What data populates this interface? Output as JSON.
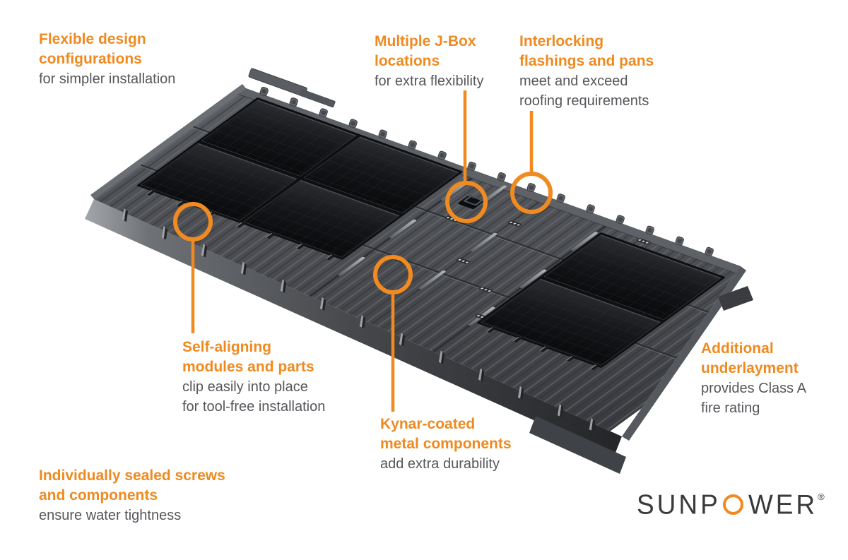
{
  "colors": {
    "accent_orange": "#ef8a21",
    "subtext_gray": "#56575b",
    "logo_dark": "#3a3a3c",
    "roof_dark": "#3c3e42",
    "panel_black": "#111215",
    "pan_gray": "#595c61"
  },
  "callouts": [
    {
      "key": "flexible-design",
      "title_lines": [
        "Flexible design",
        "configurations"
      ],
      "subtitle_lines": [
        "for simpler installation"
      ]
    },
    {
      "key": "jbox",
      "title_lines": [
        "Multiple J-Box",
        "locations"
      ],
      "subtitle_lines": [
        "for extra flexibility"
      ]
    },
    {
      "key": "interlocking",
      "title_lines": [
        "Interlocking",
        "flashings and pans"
      ],
      "subtitle_lines": [
        "meet and exceed",
        "roofing requirements"
      ]
    },
    {
      "key": "self-aligning",
      "title_lines": [
        "Self-aligning",
        "modules and parts"
      ],
      "subtitle_lines": [
        "clip easily into place",
        "for tool-free installation"
      ]
    },
    {
      "key": "kynar",
      "title_lines": [
        "Kynar-coated",
        "metal components"
      ],
      "subtitle_lines": [
        "add extra durability"
      ]
    },
    {
      "key": "underlayment",
      "title_lines": [
        "Additional",
        "underlayment"
      ],
      "subtitle_lines": [
        "provides Class A",
        "fire rating"
      ]
    },
    {
      "key": "sealed-screws",
      "title_lines": [
        "Individually sealed screws",
        "and components"
      ],
      "subtitle_lines": [
        "ensure water tightness"
      ]
    }
  ],
  "logo": {
    "prefix": "SUNP",
    "suffix": "WER",
    "registered": "®"
  }
}
